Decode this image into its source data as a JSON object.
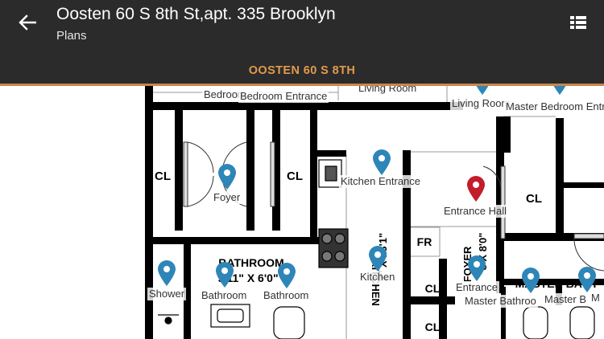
{
  "header": {
    "title": "Oosten 60 S 8th St,apt. 335 Brooklyn",
    "subtitle": "Plans"
  },
  "tabs": {
    "active_label": "OOSTEN 60 S 8TH"
  },
  "colors": {
    "appbar": "#2b2b2b",
    "tab_text": "#e39a4c",
    "pin_blue": "#2e86b8",
    "pin_red": "#c41c2a",
    "wall": "#000000"
  },
  "icons": {
    "back": "arrow-left-icon",
    "list": "list-view-icon",
    "pin": "map-pin-icon"
  },
  "plan": {
    "rooms": {
      "cl_left": "CL",
      "cl_mid": "CL",
      "cl_right": "CL",
      "bathroom": "BATHROOM",
      "bathroom_dim": "9'11\" X 6'0\"",
      "kitchen": "KITCHEN",
      "kitchen_dim": "7'' X 13'1\"",
      "fr": "FR",
      "cl_low1": "CL",
      "cl_low2": "CL",
      "foyer": "FOYER",
      "foyer_dim": "8 X 8'0\"",
      "master_bath": "MASTER BATH"
    },
    "labels": {
      "bedroom": "Bedroom",
      "bedroom_entrance": "Bedroom Entrance",
      "living_room_top": "Living Room",
      "living_room": "Living Room",
      "master_bedroom_entrance": "Master Bedroom Entra",
      "foyer": "Foyer",
      "kitchen_entrance": "Kitchen Entrance",
      "entrance_hall": "Entrance Hall",
      "shower": "Shower",
      "bathroom_1": "Bathroom",
      "bathroom_2": "Bathroom",
      "kitchen": "Kitchen",
      "entrance": "Entrance",
      "master_bathroom": "Master Bathroo",
      "master_b": "Master B",
      "m_cut": "M"
    }
  }
}
